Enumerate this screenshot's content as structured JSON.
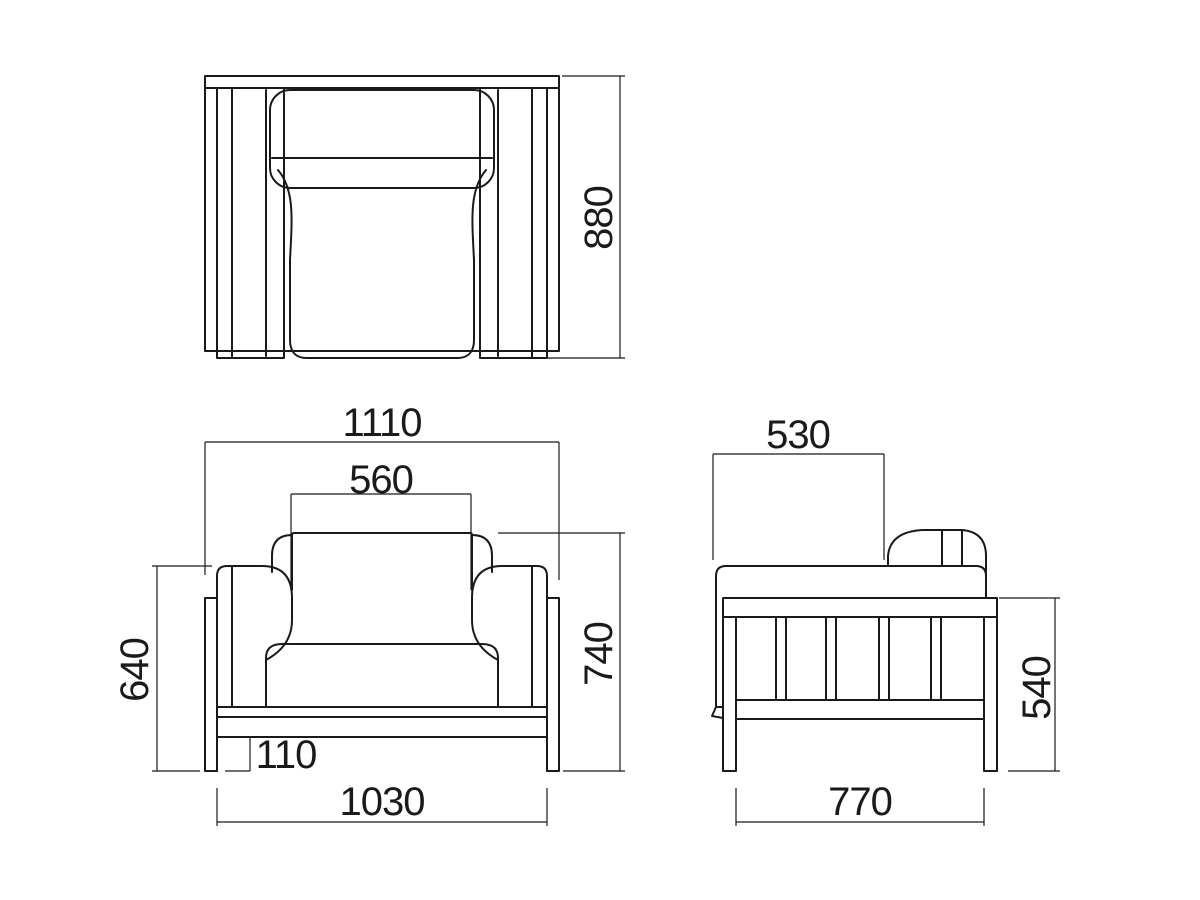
{
  "dimensions": {
    "plan_depth": "880",
    "overall_width": "1110",
    "seat_width": "560",
    "arm_height": "640",
    "back_height": "740",
    "leg_height": "110",
    "frame_width": "1030",
    "seat_depth": "530",
    "side_height": "540",
    "frame_depth": "770"
  }
}
